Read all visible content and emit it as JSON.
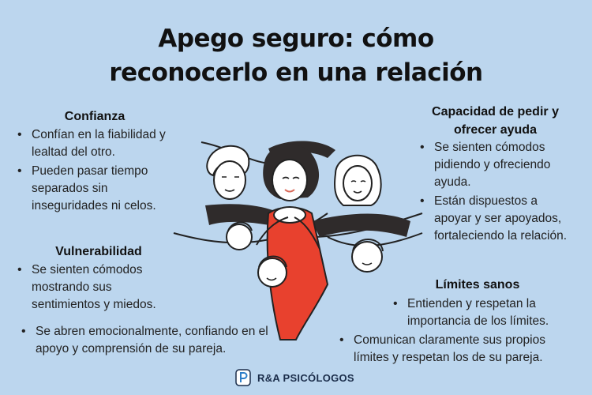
{
  "title": {
    "line1": "Apego seguro: cómo",
    "line2": "reconocerlo en una relación"
  },
  "sections": {
    "confianza": {
      "heading": "Confianza",
      "items": [
        "Confían en la fiabilidad y lealtad del otro.",
        "Pueden pasar tiempo separados sin inseguridades ni celos."
      ]
    },
    "vulnerabilidad": {
      "heading": "Vulnerabilidad",
      "items": [
        "Se sienten cómodos mostrando sus sentimientos y miedos.",
        "Se abren emocionalmente, confiando en el apoyo y comprensión de su pareja."
      ]
    },
    "capacidad": {
      "heading_line1": "Capacidad de pedir y",
      "heading_line2": "ofrecer ayuda",
      "items": [
        "Se sienten cómodos pidiendo y ofreciendo ayuda.",
        "Están dispuestos a apoyar y ser apoyados, fortaleciendo la relación."
      ]
    },
    "limites": {
      "heading": "Límites sanos",
      "items": [
        "Entienden y respetan la importancia de los límites.",
        "Comunican claramente sus propios límites y respetan los de su pareja."
      ]
    }
  },
  "footer": {
    "brand": "R&A PSICÓLOGOS",
    "logo_icon": "brand-p-icon"
  },
  "colors": {
    "background": "#bcd6ee",
    "accent_red": "#e8412e",
    "dark": "#2f2b2b"
  }
}
